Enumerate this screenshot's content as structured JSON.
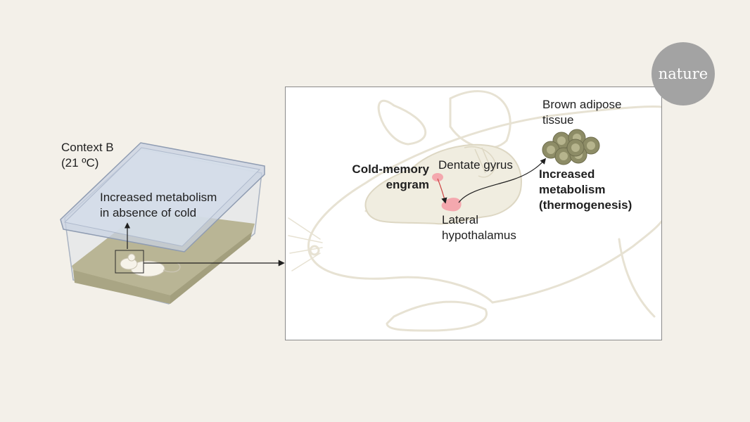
{
  "left_panel": {
    "context_label": "Context B\n(21 ºC)",
    "metabolism_label": "Increased metabolism\nin absence of cold"
  },
  "zoom_panel": {
    "engram_label": "Cold-memory\nengram",
    "dentate_label": "Dentate gyrus",
    "hypothalamus_label": "Lateral\nhypothalamus",
    "bat_label": "Brown adipose\ntissue",
    "metabolism_label": "Increased\nmetabolism\n(thermogenesis)"
  },
  "logo": {
    "text": "nature"
  },
  "colors": {
    "background": "#f3f0e9",
    "panel": "#ffffff",
    "mouse_outline": "#e7e2d3",
    "bedding": "#b9b595",
    "engram": "#f4a8ae",
    "brown_fat": "#8d8c66",
    "logo": "#a3a3a3"
  }
}
